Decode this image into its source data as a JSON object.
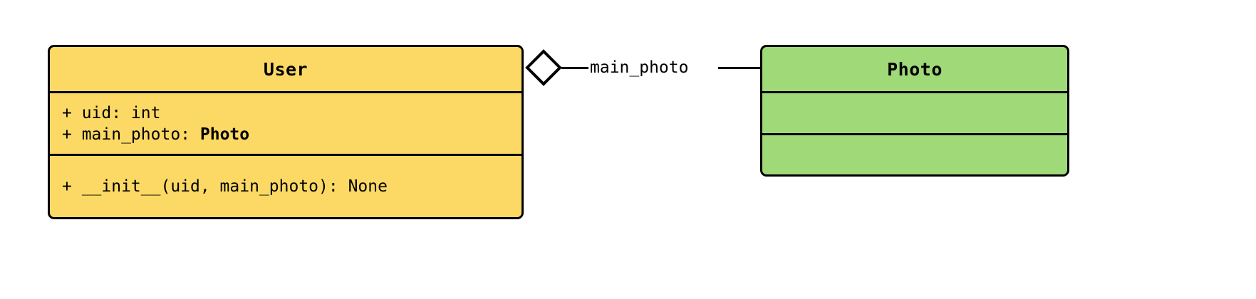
{
  "diagram": {
    "type": "uml-class-diagram",
    "classes": [
      {
        "name": "User",
        "fill_color": "#fcd965",
        "border_color": "#000000",
        "attributes": [
          {
            "text": "+ uid: int",
            "visibility": "+",
            "member_name": "uid",
            "member_type": "int"
          },
          {
            "prefix": "+ main_photo: ",
            "type_ref": "Photo",
            "visibility": "+",
            "member_name": "main_photo",
            "member_type": "Photo"
          }
        ],
        "methods": [
          {
            "text": "+ __init__(uid, main_photo): None",
            "visibility": "+",
            "member_name": "__init__",
            "returns": "None"
          }
        ]
      },
      {
        "name": "Photo",
        "fill_color": "#9fd978",
        "border_color": "#000000",
        "attributes": [],
        "methods": []
      }
    ],
    "relationships": [
      {
        "kind": "aggregation",
        "source": "User",
        "target": "Photo",
        "label": "main_photo",
        "marker": "hollow-diamond",
        "marker_fill": "#ffffff"
      }
    ]
  }
}
